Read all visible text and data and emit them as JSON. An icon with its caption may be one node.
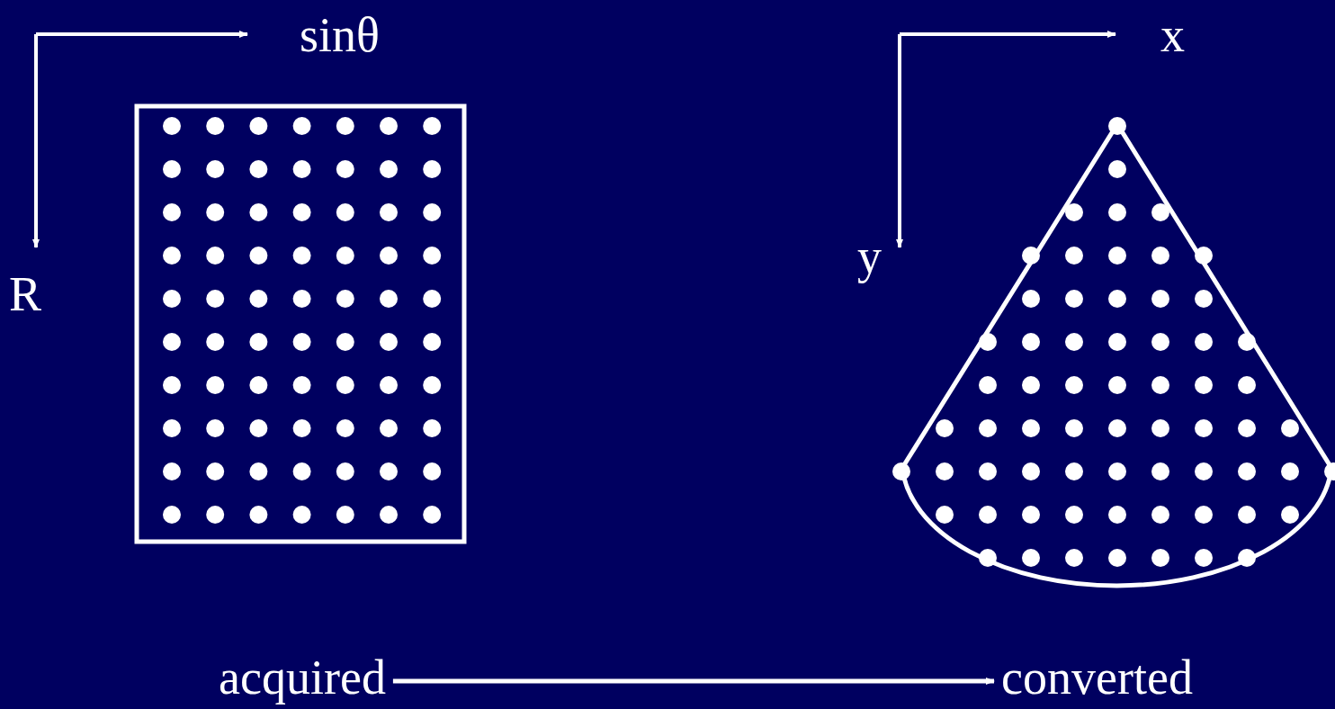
{
  "diagram": {
    "nodes": [
      {
        "text": [
          "acquired"
        ]
      },
      {
        "text": [
          "converted"
        ]
      }
    ],
    "edges": [
      {
        "from": 0,
        "to": 1,
        "arrow": "to"
      }
    ],
    "labels": [
      "sinθ",
      "x",
      "y",
      "R"
    ]
  }
}
